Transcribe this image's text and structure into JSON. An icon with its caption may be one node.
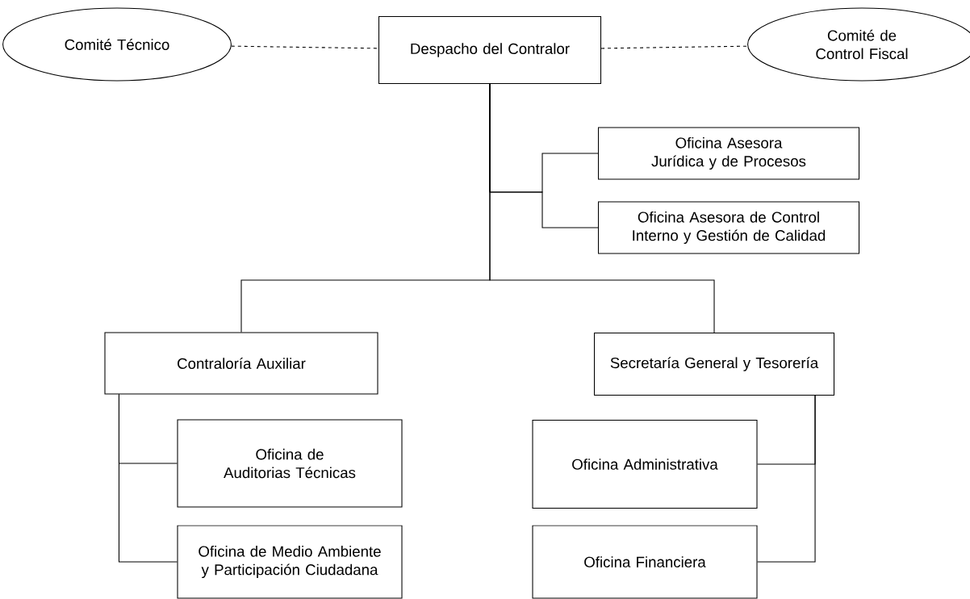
{
  "diagram": {
    "nodes": [
      {
        "text": [
          "Comité Técnico"
        ]
      },
      {
        "text": [
          "Despacho del Contralor"
        ]
      },
      {
        "text": [
          "Comité de Control Fiscal"
        ]
      },
      {
        "text": [
          "Oficina Asesora Jurídica y de Procesos"
        ]
      },
      {
        "text": [
          "Oficina Asesora de Control Interno y Gestión de Calidad"
        ]
      },
      {
        "text": [
          "Contraloría Auxiliar"
        ]
      },
      {
        "text": [
          "Secretaría General y Tesorería"
        ]
      },
      {
        "text": [
          "Oficina de Auditorias Técnicas"
        ]
      },
      {
        "text": [
          "Oficina de Medio Ambiente y Participación Ciudadana"
        ]
      },
      {
        "text": [
          "Oficina Administrativa"
        ]
      },
      {
        "text": [
          "Oficina Financiera"
        ]
      }
    ],
    "edges": [
      {
        "from": 0,
        "to": 1,
        "arrow": "none",
        "style": "dashed"
      },
      {
        "from": 1,
        "to": 2,
        "arrow": "none",
        "style": "dashed"
      },
      {
        "from": 1,
        "to": 3,
        "arrow": "none"
      },
      {
        "from": 1,
        "to": 4,
        "arrow": "none"
      },
      {
        "from": 1,
        "to": 5,
        "arrow": "none"
      },
      {
        "from": 1,
        "to": 6,
        "arrow": "none"
      },
      {
        "from": 5,
        "to": 7,
        "arrow": "none"
      },
      {
        "from": 5,
        "to": 8,
        "arrow": "none"
      },
      {
        "from": 6,
        "to": 9,
        "arrow": "none"
      },
      {
        "from": 6,
        "to": 10,
        "arrow": "none"
      }
    ]
  }
}
